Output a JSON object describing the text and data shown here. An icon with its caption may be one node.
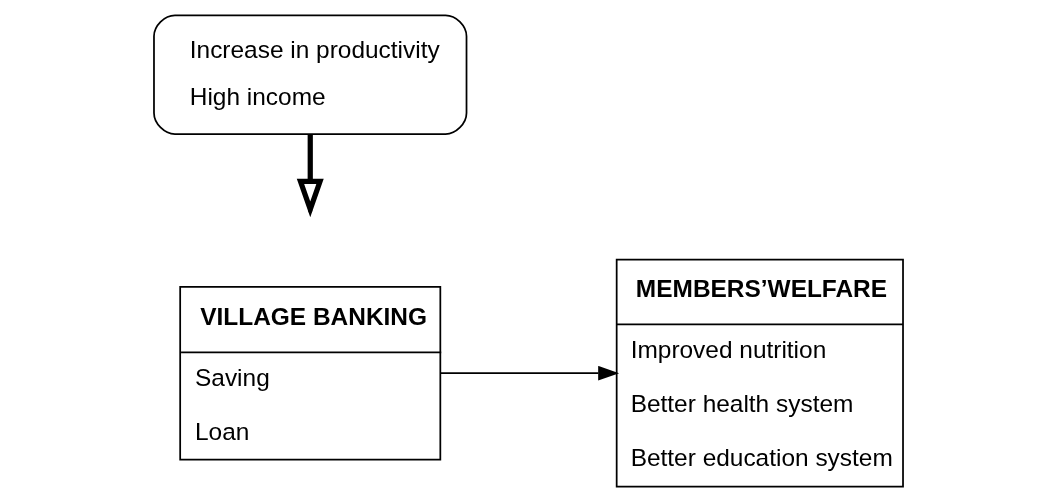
{
  "diagram": {
    "nodes": [
      {
        "text": [
          "VILLAGE BANKING",
          "Saving",
          "Loan"
        ]
      },
      {
        "text": [
          "MEMBERS’WELFARE",
          "Improved nutrition",
          "Better health system",
          "Better education system"
        ]
      },
      {
        "text": [
          "Increase in productivity",
          "High income"
        ]
      }
    ],
    "edges": [
      {
        "from": 0,
        "to": 1,
        "arrow": "to"
      },
      {
        "from": 2,
        "to": null,
        "arrow": "to",
        "style": "thick"
      }
    ]
  }
}
